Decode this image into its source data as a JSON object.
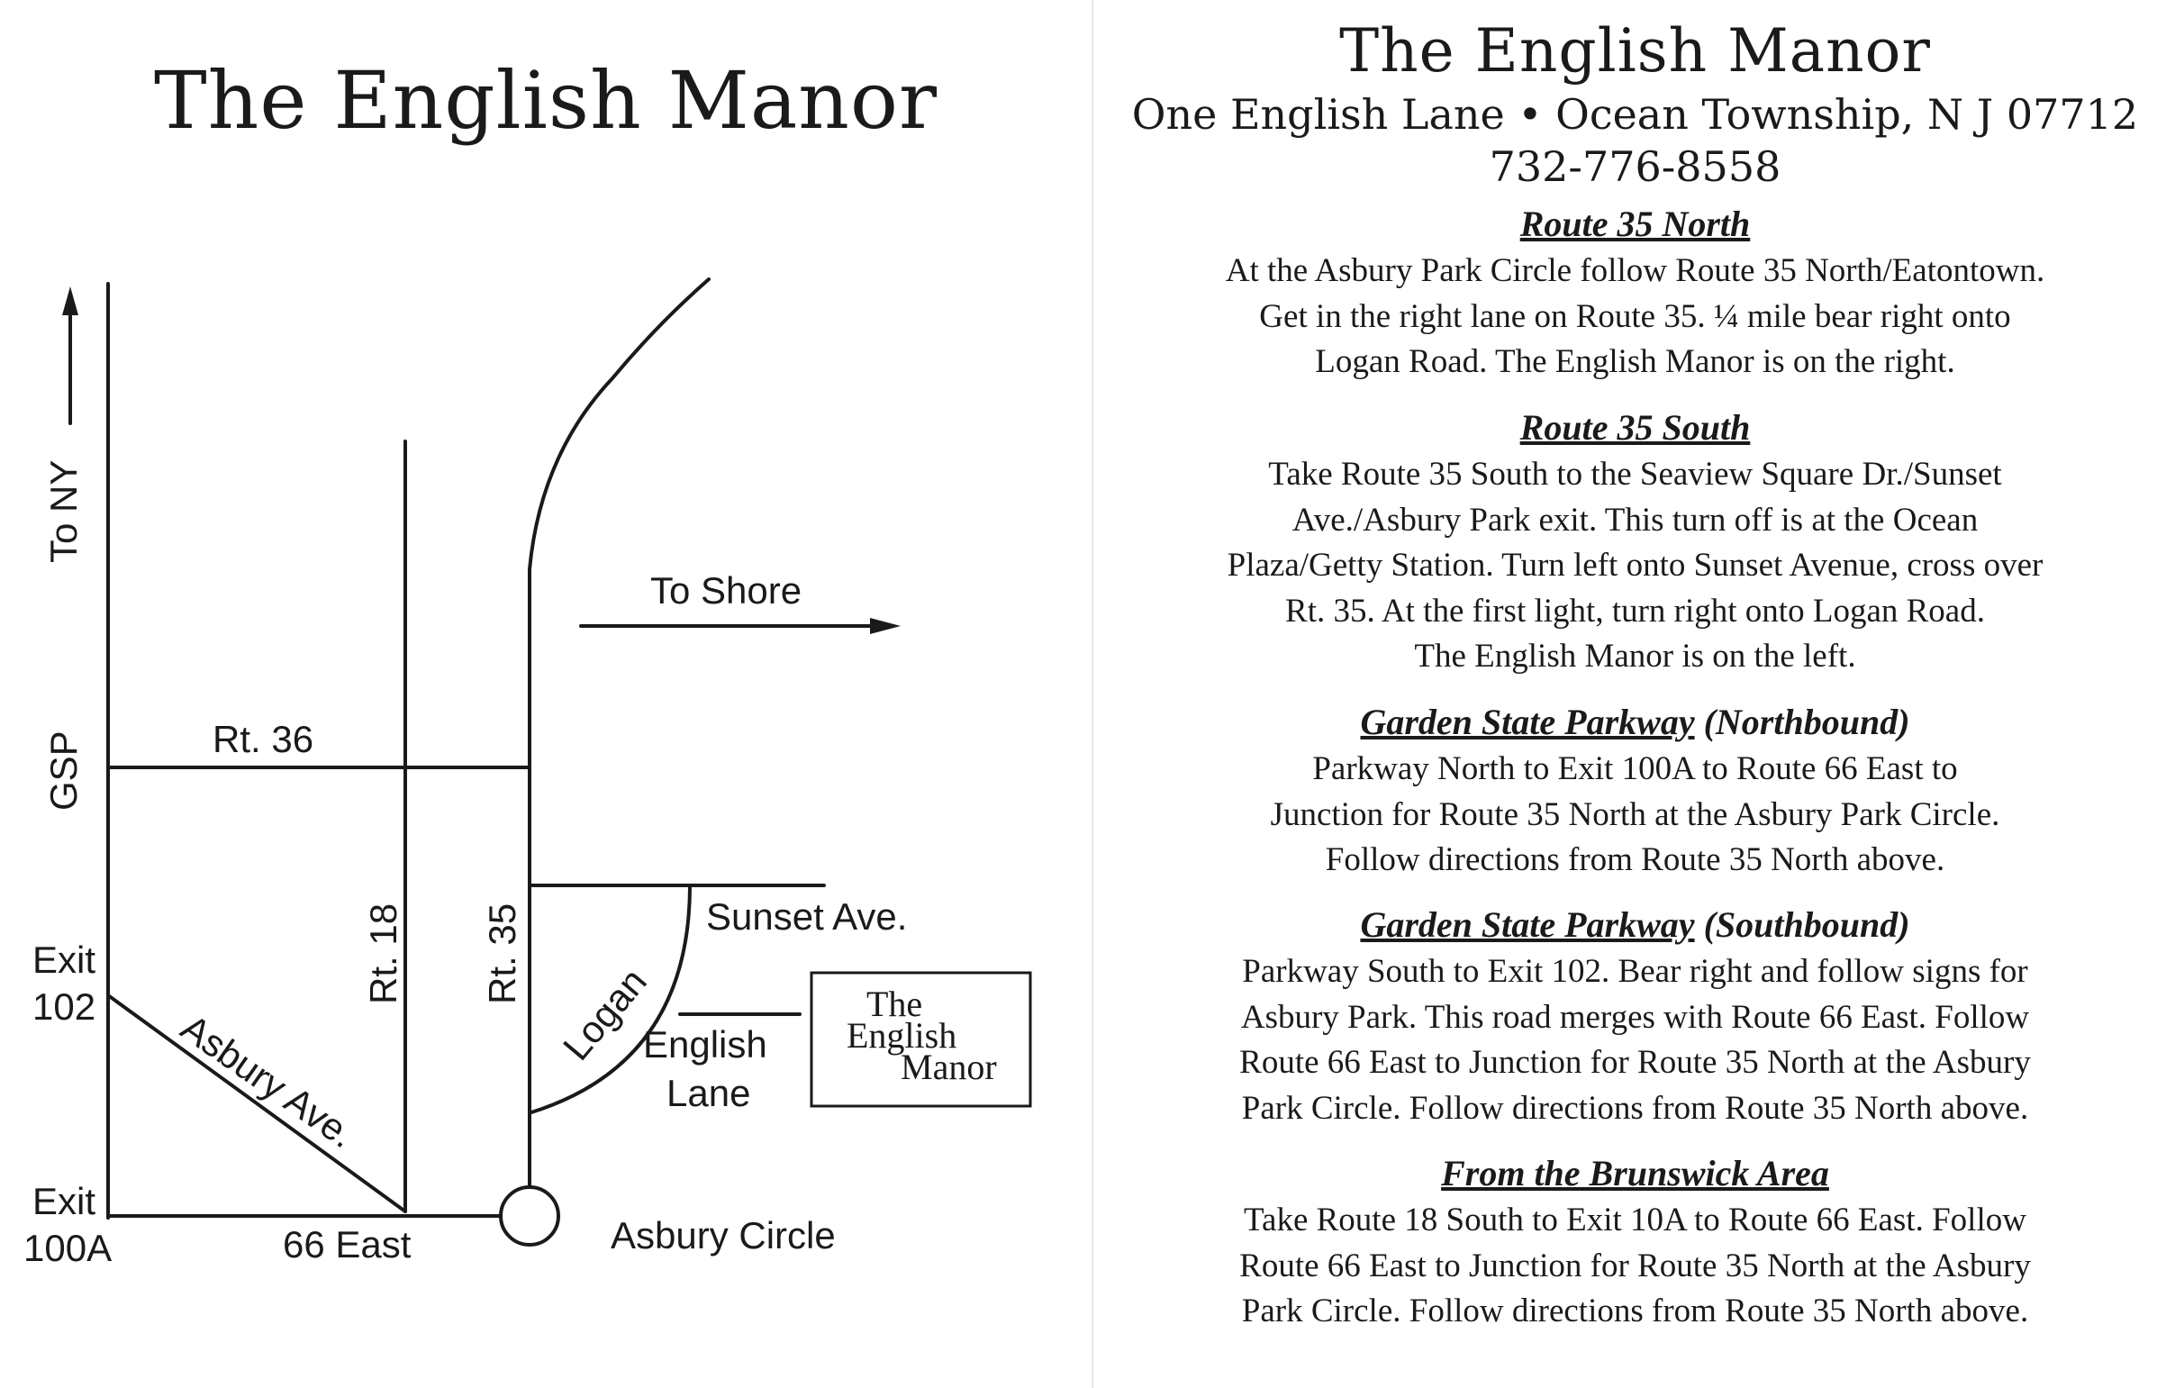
{
  "map_card": {
    "title": "The English Manor",
    "labels": {
      "to_ny": "To NY",
      "gsp": "GSP",
      "exit_102_line1": "Exit",
      "exit_102_line2": "102",
      "exit_100a_line1": "Exit",
      "exit_100a_line2": "100A",
      "rt36": "Rt. 36",
      "rt18": "Rt. 18",
      "rt35": "Rt. 35",
      "to_shore": "To Shore",
      "sunset_ave": "Sunset Ave.",
      "logan": "Logan",
      "english_lane_line1": "English",
      "english_lane_line2": "Lane",
      "asbury_ave": "Asbury Ave.",
      "route_66": "66 East",
      "asbury_circle": "Asbury Circle"
    },
    "logo_box": {
      "line1": "The",
      "line2": "English",
      "line3": "Manor"
    }
  },
  "directions_card": {
    "title": "The English Manor",
    "address": "One English Lane • Ocean Township, N J 07712",
    "phone": "732-776-8558",
    "sections": [
      {
        "heading_underlined": "Route 35 North",
        "heading_rest": "",
        "lines": [
          "At the Asbury Park Circle follow Route 35 North/Eatontown.",
          "Get in the right lane on Route 35. ¼ mile bear right onto",
          "Logan Road.  The English Manor is on the right."
        ]
      },
      {
        "heading_underlined": "Route 35 South",
        "heading_rest": "",
        "lines": [
          "Take Route 35 South to the Seaview Square Dr./Sunset",
          "Ave./Asbury Park exit.   This turn off is at the Ocean",
          "Plaza/Getty Station.  Turn left onto Sunset Avenue, cross over",
          "Rt. 35.  At the first light, turn right onto Logan Road.",
          "The English Manor is on the left."
        ]
      },
      {
        "heading_underlined": "Garden State Parkway",
        "heading_rest": " (Northbound)",
        "lines": [
          "Parkway North to Exit 100A to Route 66 East to",
          "Junction for Route 35 North at the Asbury Park Circle.",
          "Follow directions from Route 35 North above."
        ]
      },
      {
        "heading_underlined": "Garden State Parkway",
        "heading_rest": " (Southbound)",
        "lines": [
          "Parkway South to Exit 102.  Bear right and follow signs for",
          "Asbury Park.  This road merges with Route 66 East. Follow",
          "Route 66 East to Junction for Route 35 North at the Asbury",
          "Park Circle. Follow directions from Route 35 North above."
        ]
      },
      {
        "heading_underlined": "From the Brunswick Area",
        "heading_rest": "",
        "lines": [
          "Take Route 18 South to Exit 10A to Route 66 East. Follow",
          "Route 66 East to Junction for Route 35 North at the Asbury",
          "Park Circle.  Follow directions from Route 35 North above."
        ]
      }
    ]
  }
}
